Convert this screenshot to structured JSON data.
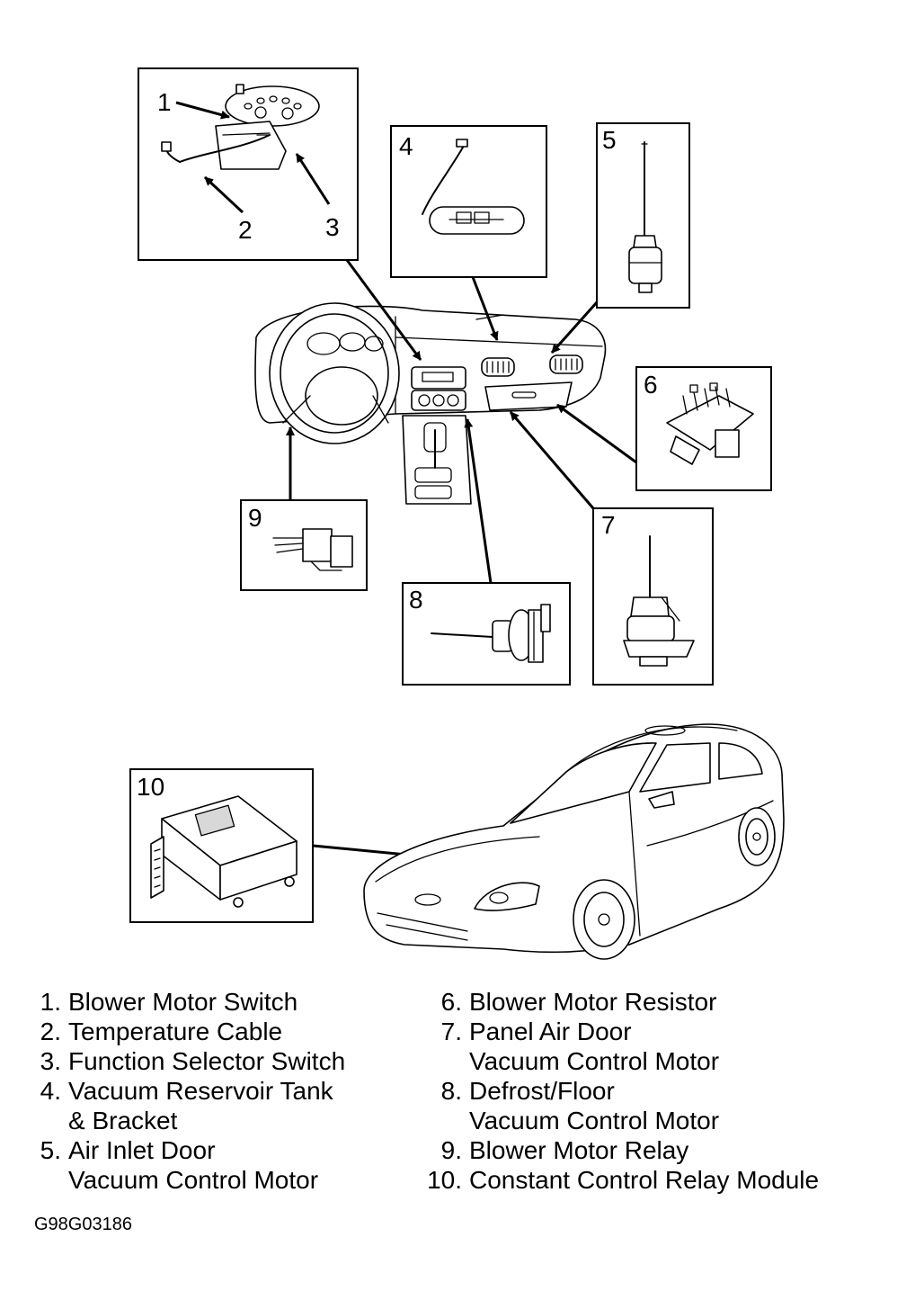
{
  "callouts": [
    "1",
    "2",
    "3",
    "4",
    "5",
    "6",
    "7",
    "8",
    "9",
    "10"
  ],
  "legend_left": [
    {
      "num": "1.",
      "lines": [
        "Blower Motor Switch"
      ]
    },
    {
      "num": "2.",
      "lines": [
        "Temperature Cable"
      ]
    },
    {
      "num": "3.",
      "lines": [
        "Function Selector Switch"
      ]
    },
    {
      "num": "4.",
      "lines": [
        "Vacuum Reservoir Tank",
        "& Bracket"
      ]
    },
    {
      "num": "5.",
      "lines": [
        "Air Inlet Door",
        "Vacuum Control Motor"
      ]
    }
  ],
  "legend_right": [
    {
      "num": "6.",
      "lines": [
        "Blower Motor Resistor"
      ]
    },
    {
      "num": "7.",
      "lines": [
        "Panel Air Door",
        "Vacuum Control Motor"
      ]
    },
    {
      "num": "8.",
      "lines": [
        "Defrost/Floor",
        "Vacuum Control Motor"
      ]
    },
    {
      "num": "9.",
      "lines": [
        "Blower Motor Relay"
      ]
    },
    {
      "num": "10.",
      "lines": [
        "Constant Control Relay Module"
      ]
    }
  ],
  "figure_code": "G98G03186"
}
